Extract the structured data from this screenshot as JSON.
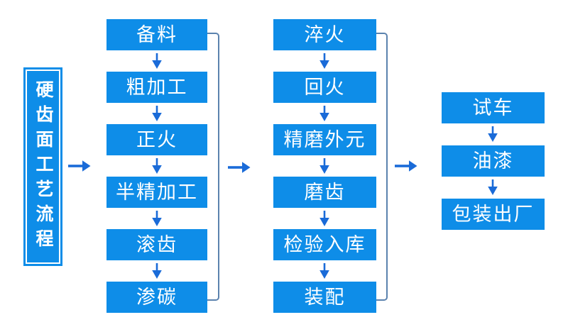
{
  "diagram": {
    "title": "硬齿面工艺流程",
    "columns": [
      {
        "name": "stage-1",
        "steps": [
          "备料",
          "粗加工",
          "正火",
          "半精加工",
          "滚齿",
          "渗碳"
        ]
      },
      {
        "name": "stage-2",
        "steps": [
          "淬火",
          "回火",
          "精磨外元",
          "磨齿",
          "检验入库",
          "装配"
        ]
      },
      {
        "name": "stage-3",
        "steps": [
          "试车",
          "油漆",
          "包装出厂"
        ]
      }
    ]
  },
  "colors": {
    "box-blue": "#0e8de8",
    "arrow-blue": "#1a6bd8",
    "connector-blue": "#5b82ae",
    "text-white": "#ffffff",
    "background": "#ffffff"
  }
}
